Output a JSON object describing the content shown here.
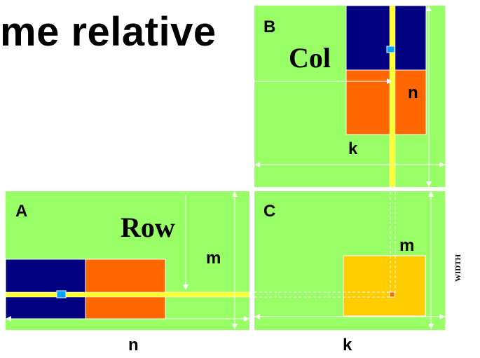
{
  "title": "me relative",
  "panels": {
    "a": {
      "label": "A",
      "inner_label": "Row",
      "dim_label": "m"
    },
    "b": {
      "label": "B",
      "inner_label": "Col",
      "dim_label": "n",
      "bottom_label": "k"
    },
    "c": {
      "label": "C",
      "dim_label": "m"
    }
  },
  "axis_labels": {
    "left_bottom": "n",
    "right_bottom": "k"
  },
  "side_label": "WIDTH",
  "colors": {
    "panel": "#99ff66",
    "navy": "#000080",
    "orange": "#ff6600",
    "yellow": "#ffff33",
    "gold": "#ffcc00",
    "cyan": "#00a2ff",
    "white": "#ffffff"
  }
}
